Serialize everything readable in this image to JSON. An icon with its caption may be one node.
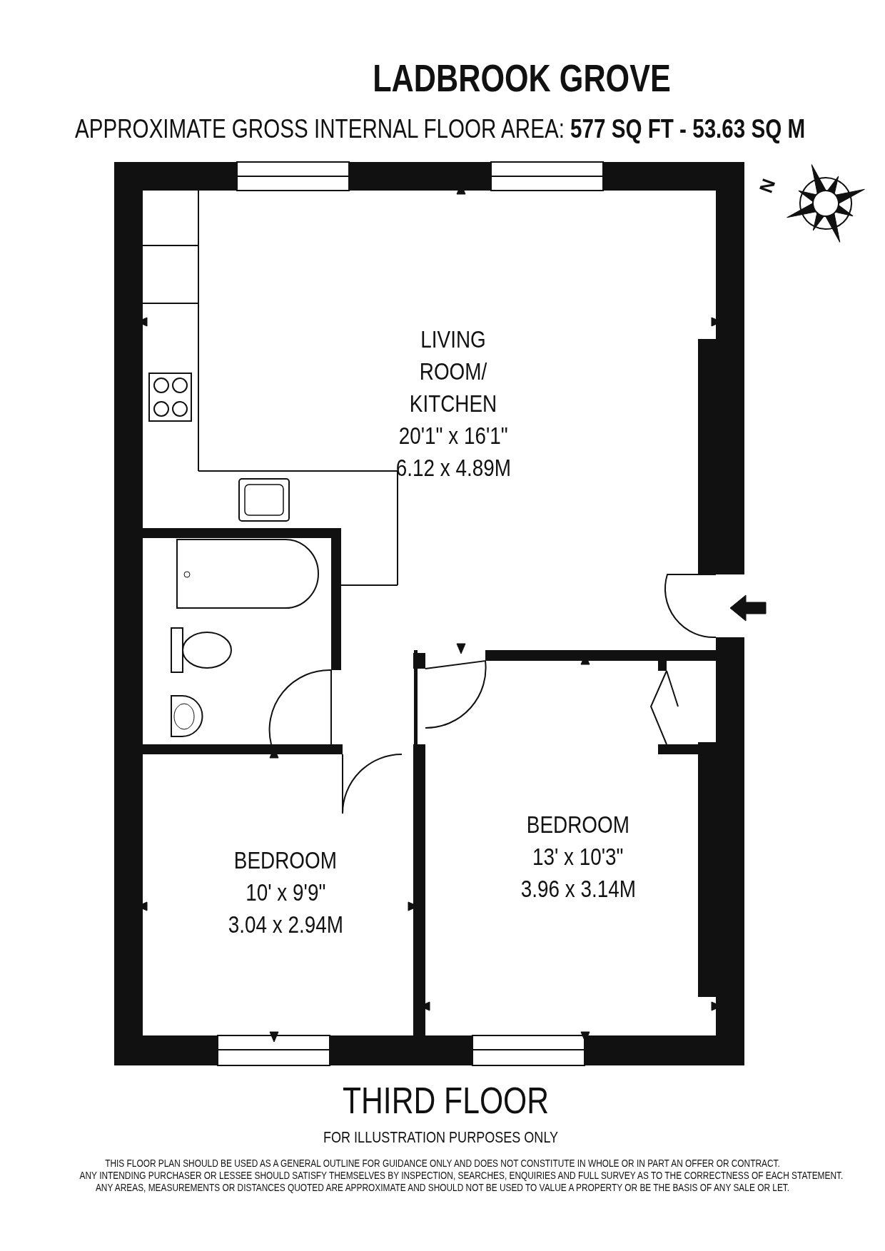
{
  "diagram": {
    "title": "LADBROOK GROVE",
    "nodes": [
      {
        "text": [
          "LIVING ROOM/ KITCHEN",
          "20'1\" x 16'1\"",
          "6.12 x 4.89M"
        ]
      },
      {
        "text": [
          "BEDROOM",
          "10' x 9'9\"",
          "3.04 x 2.94M"
        ]
      },
      {
        "text": [
          "BEDROOM",
          "13' x 10'3\"",
          "3.96 x 3.14M"
        ]
      }
    ],
    "edges": [],
    "labels": [
      "APPROXIMATE GROSS INTERNAL FLOOR AREA:  **577 SQ FT  -  53.63 SQ M**",
      "N",
      "THIRD FLOOR",
      "FOR ILLUSTRATION PURPOSES ONLY",
      "THIS FLOOR PLAN SHOULD BE USED AS A GENERAL OUTLINE FOR GUIDANCE ONLY AND DOES NOT CONSTITUTE IN WHOLE OR IN PART AN OFFER OR CONTRACT.",
      "ANY INTENDING PURCHASER OR LESSEE SHOULD SATISFY THEMSELVES BY INSPECTION, SEARCHES, ENQUIRIES AND FULL SURVEY AS TO THE CORRECTNESS OF EACH STATEMENT.",
      "ANY AREAS, MEASUREMENTS OR DISTANCES QUOTED ARE APPROXIMATE AND SHOULD NOT BE USED TO VALUE A PROPERTY OR BE THE BASIS OF ANY SALE OR LET."
    ]
  }
}
